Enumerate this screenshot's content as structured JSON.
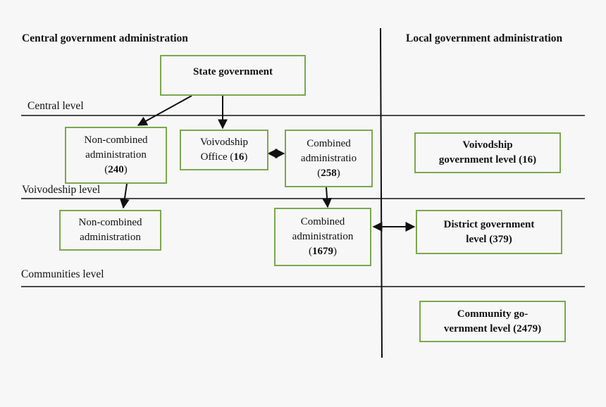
{
  "headings": {
    "central_admin": "Central government administration",
    "local_admin": "Local government administration"
  },
  "levels": {
    "central": "Central level",
    "voivodeship": "Voivodeship level",
    "communities": "Communities level"
  },
  "boxes": {
    "state_government": "State government",
    "noncombined_240": {
      "line1": "Non-combined",
      "line2": "administration",
      "open": "(",
      "num": "240",
      "close": ")"
    },
    "voivodship_office": {
      "line1": "Voivodship",
      "line2_prefix": "Office (",
      "num": "16",
      "close": ")"
    },
    "combined_258": {
      "line1": "Combined",
      "line2": "administratio",
      "open": "(",
      "num": "258",
      "close": ")"
    },
    "noncombined_lower": {
      "line1": "Non-combined",
      "line2": "administration"
    },
    "combined_1679": {
      "line1": "Combined",
      "line2": "administration",
      "open": "(",
      "num": "1679",
      "close": ")"
    },
    "voivodship_gov": {
      "line1": "Voivodship",
      "line2": "government level (16)"
    },
    "district_gov": {
      "line1": "District government",
      "line2": "level (379)"
    },
    "community_gov": {
      "line1": "Community go-",
      "line2": "vernment level (2479)"
    }
  }
}
